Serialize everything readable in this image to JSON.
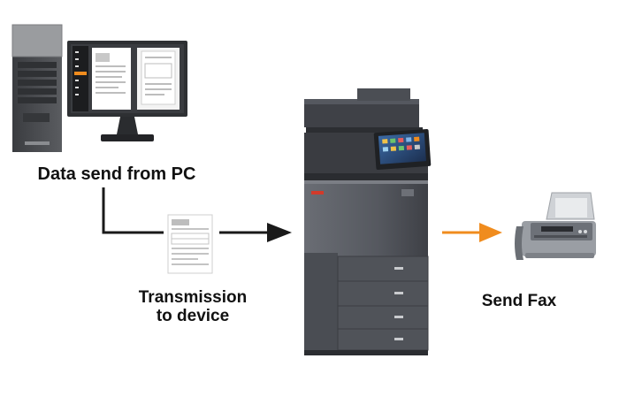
{
  "labels": {
    "pc": "Data send from PC",
    "transmission_line1": "Transmission",
    "transmission_line2": "to device",
    "fax": "Send Fax"
  },
  "icons": {
    "pc": "desktop-computer-icon",
    "document": "document-form-icon",
    "printer": "multifunction-printer-icon",
    "fax": "fax-machine-icon"
  },
  "colors": {
    "flow_arrow": "#1a1a1a",
    "fax_arrow": "#f08c1e",
    "printer_body": "#55585f",
    "text": "#111111"
  }
}
